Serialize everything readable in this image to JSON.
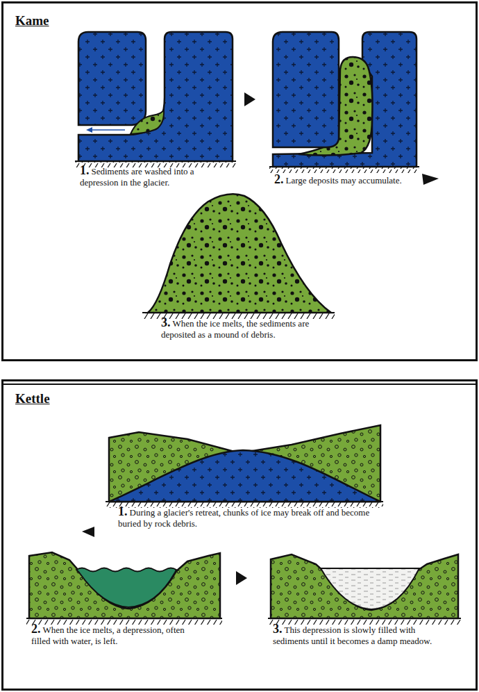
{
  "diagram": {
    "nodes": [
      {
        "text": [
          "Kame"
        ]
      },
      {
        "text": [
          "Kettle"
        ]
      }
    ],
    "labels": [
      "1.",
      "Sediments are washed into a depression in the glacier.",
      "2.",
      "Large deposits may accumulate.",
      "3.",
      "When the ice melts, the sediments are deposited as a mound of debris.",
      "1.",
      "During a glacier's retreat, chunks of ice may break off and become buried by rock debris.",
      "2.",
      "When the ice melts, a depression, often filled with water, is left.",
      "3.",
      "This depression is slowly filled with sediments until it becomes a damp meadow."
    ]
  }
}
